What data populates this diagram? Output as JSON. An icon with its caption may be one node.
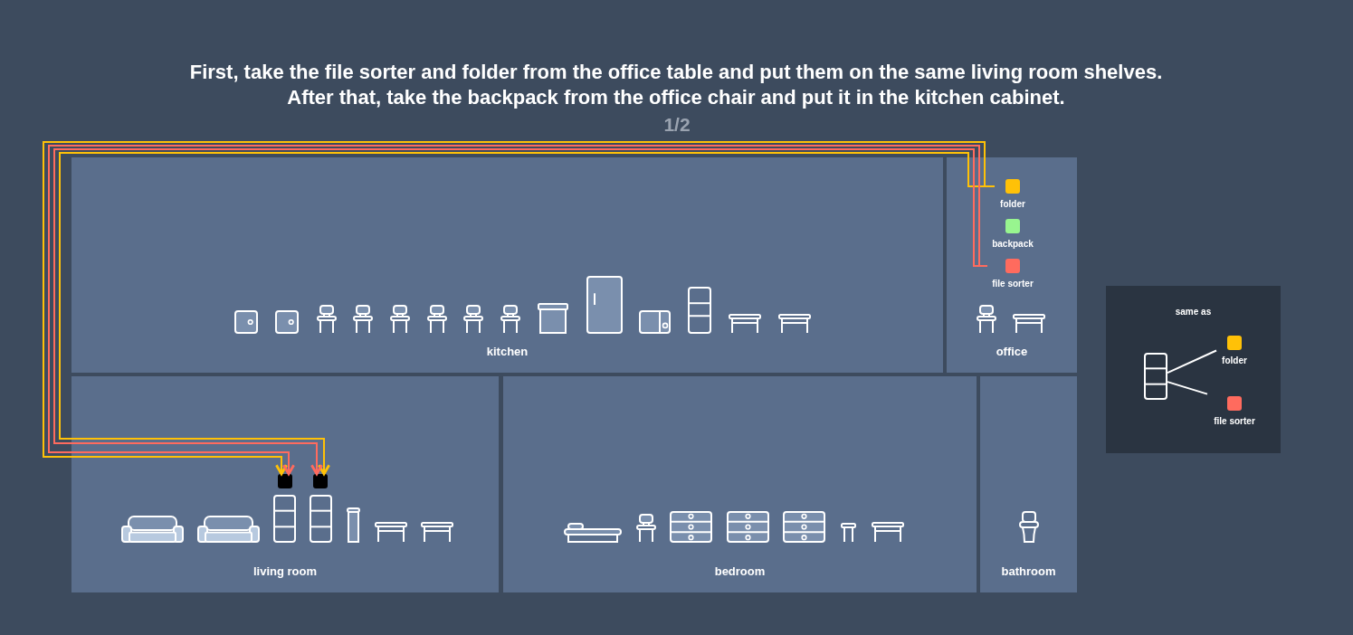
{
  "diagram": {
    "title": "First, take the file sorter and folder from the office table and put them on the same living room shelves. After that, take the backpack from the office chair and put it in the kitchen cabinet.",
    "nodes": [
      {
        "text": [
          "kitchen"
        ]
      },
      {
        "text": [
          "office"
        ]
      },
      {
        "text": [
          "folder"
        ],
        "in": 1
      },
      {
        "text": [
          "backpack"
        ],
        "in": 1
      },
      {
        "text": [
          "file sorter"
        ],
        "in": 1
      },
      {
        "text": [
          "living room"
        ]
      },
      {
        "text": [],
        "shape": "box",
        "in": 5
      },
      {
        "text": [],
        "shape": "box",
        "in": 5
      },
      {
        "text": [
          "bedroom"
        ]
      },
      {
        "text": [
          "bathroom"
        ]
      },
      {
        "text": [
          "same as"
        ]
      },
      {
        "text": [],
        "shape": "box",
        "in": 10
      },
      {
        "text": [
          "folder"
        ],
        "in": 10
      },
      {
        "text": [
          "file sorter"
        ],
        "in": 10
      }
    ],
    "edges": [
      {
        "from": 2,
        "to": 6,
        "arrow": "to",
        "color": "#ffc107"
      },
      {
        "from": 2,
        "to": 7,
        "arrow": "to",
        "color": "#ffc107"
      },
      {
        "from": 4,
        "to": 6,
        "arrow": "to",
        "color": "#ff6b5e"
      },
      {
        "from": 4,
        "to": 7,
        "arrow": "to",
        "color": "#ff6b5e"
      },
      {
        "from": 11,
        "to": 12,
        "arrow": "none",
        "color": "#ffffff"
      },
      {
        "from": 11,
        "to": 13,
        "arrow": "none",
        "color": "#ffffff"
      }
    ],
    "labels": [
      "1/2"
    ]
  }
}
